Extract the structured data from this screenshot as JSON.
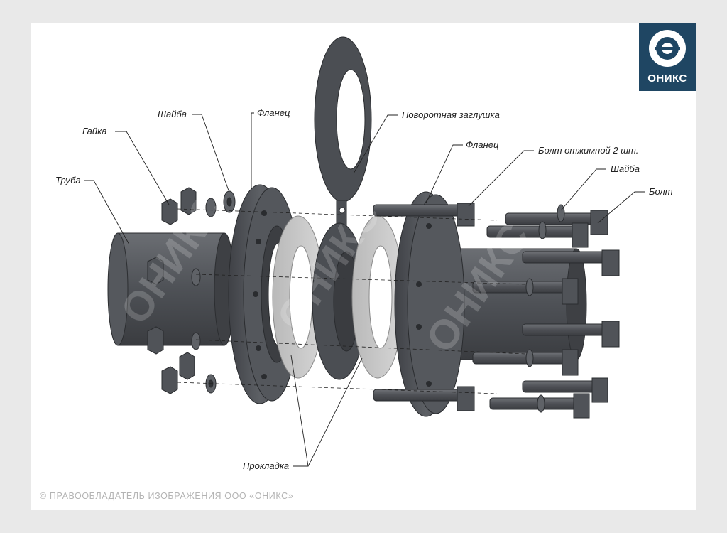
{
  "brand": {
    "name": "ОНИКС",
    "logo_bg": "#1f4663"
  },
  "copyright": "© ПРАВООБЛАДАТЕЛЬ ИЗОБРАЖЕНИЯ ООО «ОНИКС»",
  "watermark": "ОНИКС",
  "labels": {
    "pipe": "Труба",
    "nut": "Гайка",
    "washer_left": "Шайба",
    "flange_left": "Фланец",
    "rotary_plug": "Поворотная заглушка",
    "flange_right": "Фланец",
    "jack_bolt": "Болт отжимной 2 шт.",
    "washer_right": "Шайба",
    "bolt": "Болт",
    "gasket": "Прокладка"
  },
  "colors": {
    "metal_dark": "#4a4d52",
    "metal_mid": "#5b5e63",
    "gasket": "#c8c8c8",
    "background": "#e9e9e9"
  }
}
